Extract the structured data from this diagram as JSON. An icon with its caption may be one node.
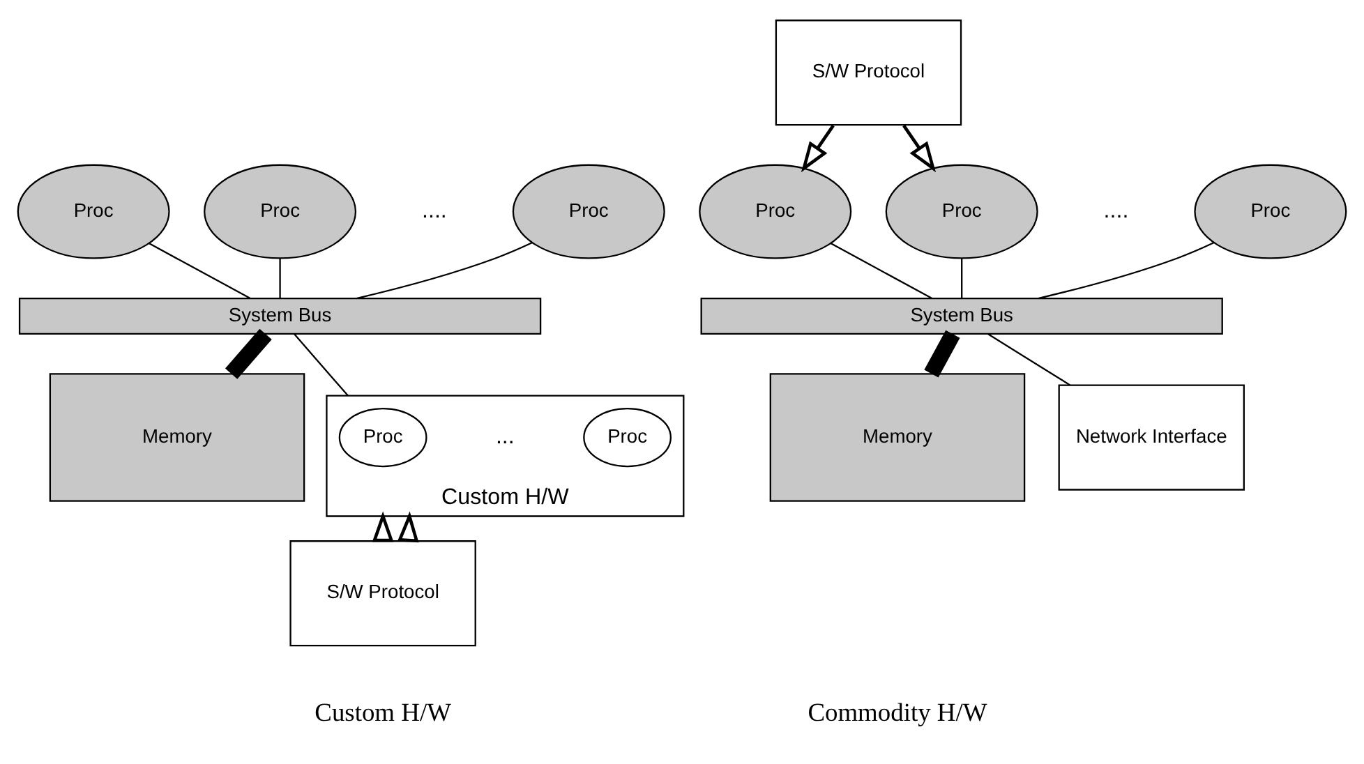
{
  "diagram": {
    "nodes": [
      {
        "text": [
          "Proc"
        ]
      },
      {
        "text": [
          "Proc"
        ]
      },
      {
        "text": [
          "Proc"
        ]
      },
      {
        "text": [
          "System Bus"
        ]
      },
      {
        "text": [
          "Memory"
        ]
      },
      {
        "text": [
          "Custom H/W"
        ]
      },
      {
        "text": [
          "Proc"
        ],
        "in": 5
      },
      {
        "text": [
          "Proc"
        ],
        "in": 5
      },
      {
        "text": [
          "S/W Protocol"
        ]
      },
      {
        "text": [
          "S/W Protocol"
        ]
      },
      {
        "text": [
          "Proc"
        ]
      },
      {
        "text": [
          "Proc"
        ]
      },
      {
        "text": [
          "Proc"
        ]
      },
      {
        "text": [
          "System Bus"
        ]
      },
      {
        "text": [
          "Memory"
        ]
      },
      {
        "text": [
          "Network Interface"
        ]
      }
    ],
    "edges": [
      {
        "from": 0,
        "to": 3,
        "arrow": "none"
      },
      {
        "from": 1,
        "to": 3,
        "arrow": "none"
      },
      {
        "from": 2,
        "to": 3,
        "arrow": "none"
      },
      {
        "from": 3,
        "to": 4,
        "arrow": "none",
        "style": "thick"
      },
      {
        "from": 3,
        "to": 5,
        "arrow": "none"
      },
      {
        "from": 8,
        "to": 5,
        "arrow": "to"
      },
      {
        "from": 8,
        "to": 5,
        "arrow": "to"
      },
      {
        "from": 9,
        "to": 10,
        "arrow": "to"
      },
      {
        "from": 9,
        "to": 11,
        "arrow": "to"
      },
      {
        "from": 10,
        "to": 13,
        "arrow": "none"
      },
      {
        "from": 11,
        "to": 13,
        "arrow": "none"
      },
      {
        "from": 12,
        "to": 13,
        "arrow": "none"
      },
      {
        "from": 13,
        "to": 14,
        "arrow": "none",
        "style": "thick"
      },
      {
        "from": 13,
        "to": 15,
        "arrow": "none"
      }
    ],
    "labels": [
      "....",
      "...",
      "....",
      "Custom H/W",
      "Commodity H/W"
    ]
  }
}
